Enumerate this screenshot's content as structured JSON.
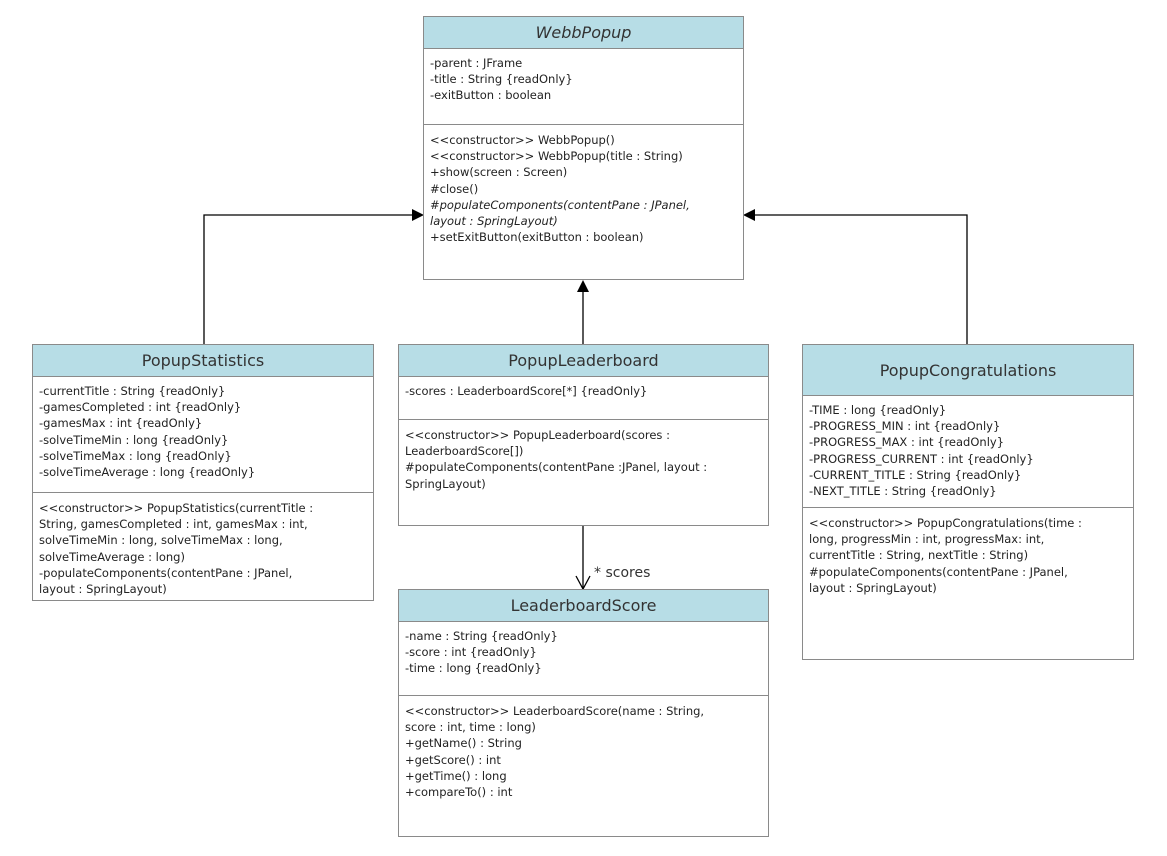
{
  "diagram": {
    "colors": {
      "header_fill": "#b7dde6",
      "border": "#8a8a8a",
      "arrow": "#000000"
    },
    "classes": {
      "webb_popup": {
        "name": "WebbPopup",
        "abstract": true,
        "attributes": [
          "-parent : JFrame",
          "-title : String {readOnly}",
          "-exitButton : boolean"
        ],
        "operations": [
          {
            "text": "<<constructor>> WebbPopup()"
          },
          {
            "text": "<<constructor>> WebbPopup(title : String)"
          },
          {
            "text": "+show(screen : Screen)"
          },
          {
            "text": "#close()"
          },
          {
            "text": "#populateComponents(contentPane : JPanel,",
            "abstract": true
          },
          {
            "text": "layout : SpringLayout)",
            "abstract": true
          },
          {
            "text": "+setExitButton(exitButton : boolean)"
          }
        ]
      },
      "popup_statistics": {
        "name": "PopupStatistics",
        "attributes": [
          "-currentTitle : String {readOnly}",
          "-gamesCompleted : int {readOnly}",
          "-gamesMax : int {readOnly}",
          "-solveTimeMin : long {readOnly}",
          "-solveTimeMax : long {readOnly}",
          "-solveTimeAverage : long {readOnly}"
        ],
        "operations": [
          {
            "text": "<<constructor>> PopupStatistics(currentTitle :"
          },
          {
            "text": "String, gamesCompleted : int, gamesMax : int,"
          },
          {
            "text": "solveTimeMin : long, solveTimeMax : long,"
          },
          {
            "text": "solveTimeAverage : long)"
          },
          {
            "text": "-populateComponents(contentPane : JPanel,"
          },
          {
            "text": "layout : SpringLayout)"
          }
        ]
      },
      "popup_leaderboard": {
        "name": "PopupLeaderboard",
        "attributes": [
          "-scores : LeaderboardScore[*] {readOnly}"
        ],
        "operations": [
          {
            "text": "<<constructor>> PopupLeaderboard(scores :"
          },
          {
            "text": "LeaderboardScore[])"
          },
          {
            "text": "#populateComponents(contentPane :JPanel, layout :"
          },
          {
            "text": "SpringLayout)"
          }
        ]
      },
      "popup_congratulations": {
        "name": "PopupCongratulations",
        "attributes": [
          "-TIME : long {readOnly}",
          "-PROGRESS_MIN : int {readOnly}",
          "-PROGRESS_MAX : int {readOnly}",
          "-PROGRESS_CURRENT : int {readOnly}",
          "-CURRENT_TITLE : String {readOnly}",
          "-NEXT_TITLE : String {readOnly}"
        ],
        "operations": [
          {
            "text": "<<constructor>> PopupCongratulations(time :"
          },
          {
            "text": "long, progressMin : int, progressMax: int,"
          },
          {
            "text": "currentTitle : String, nextTitle : String)"
          },
          {
            "text": "#populateComponents(contentPane : JPanel,"
          },
          {
            "text": "layout : SpringLayout)"
          }
        ]
      },
      "leaderboard_score": {
        "name": "LeaderboardScore",
        "attributes": [
          "-name : String {readOnly}",
          "-score : int {readOnly}",
          "-time : long {readOnly}"
        ],
        "operations": [
          {
            "text": "<<constructor>> LeaderboardScore(name : String,"
          },
          {
            "text": "score : int, time : long)"
          },
          {
            "text": "+getName() : String"
          },
          {
            "text": "+getScore() : int"
          },
          {
            "text": "+getTime() : long"
          },
          {
            "text": "+compareTo() : int"
          }
        ]
      }
    },
    "relationships": [
      {
        "type": "generalization",
        "from": "PopupStatistics",
        "to": "WebbPopup"
      },
      {
        "type": "generalization",
        "from": "PopupLeaderboard",
        "to": "WebbPopup"
      },
      {
        "type": "generalization",
        "from": "PopupCongratulations",
        "to": "WebbPopup"
      },
      {
        "type": "association",
        "from": "PopupLeaderboard",
        "to": "LeaderboardScore",
        "label": "* scores"
      }
    ]
  }
}
